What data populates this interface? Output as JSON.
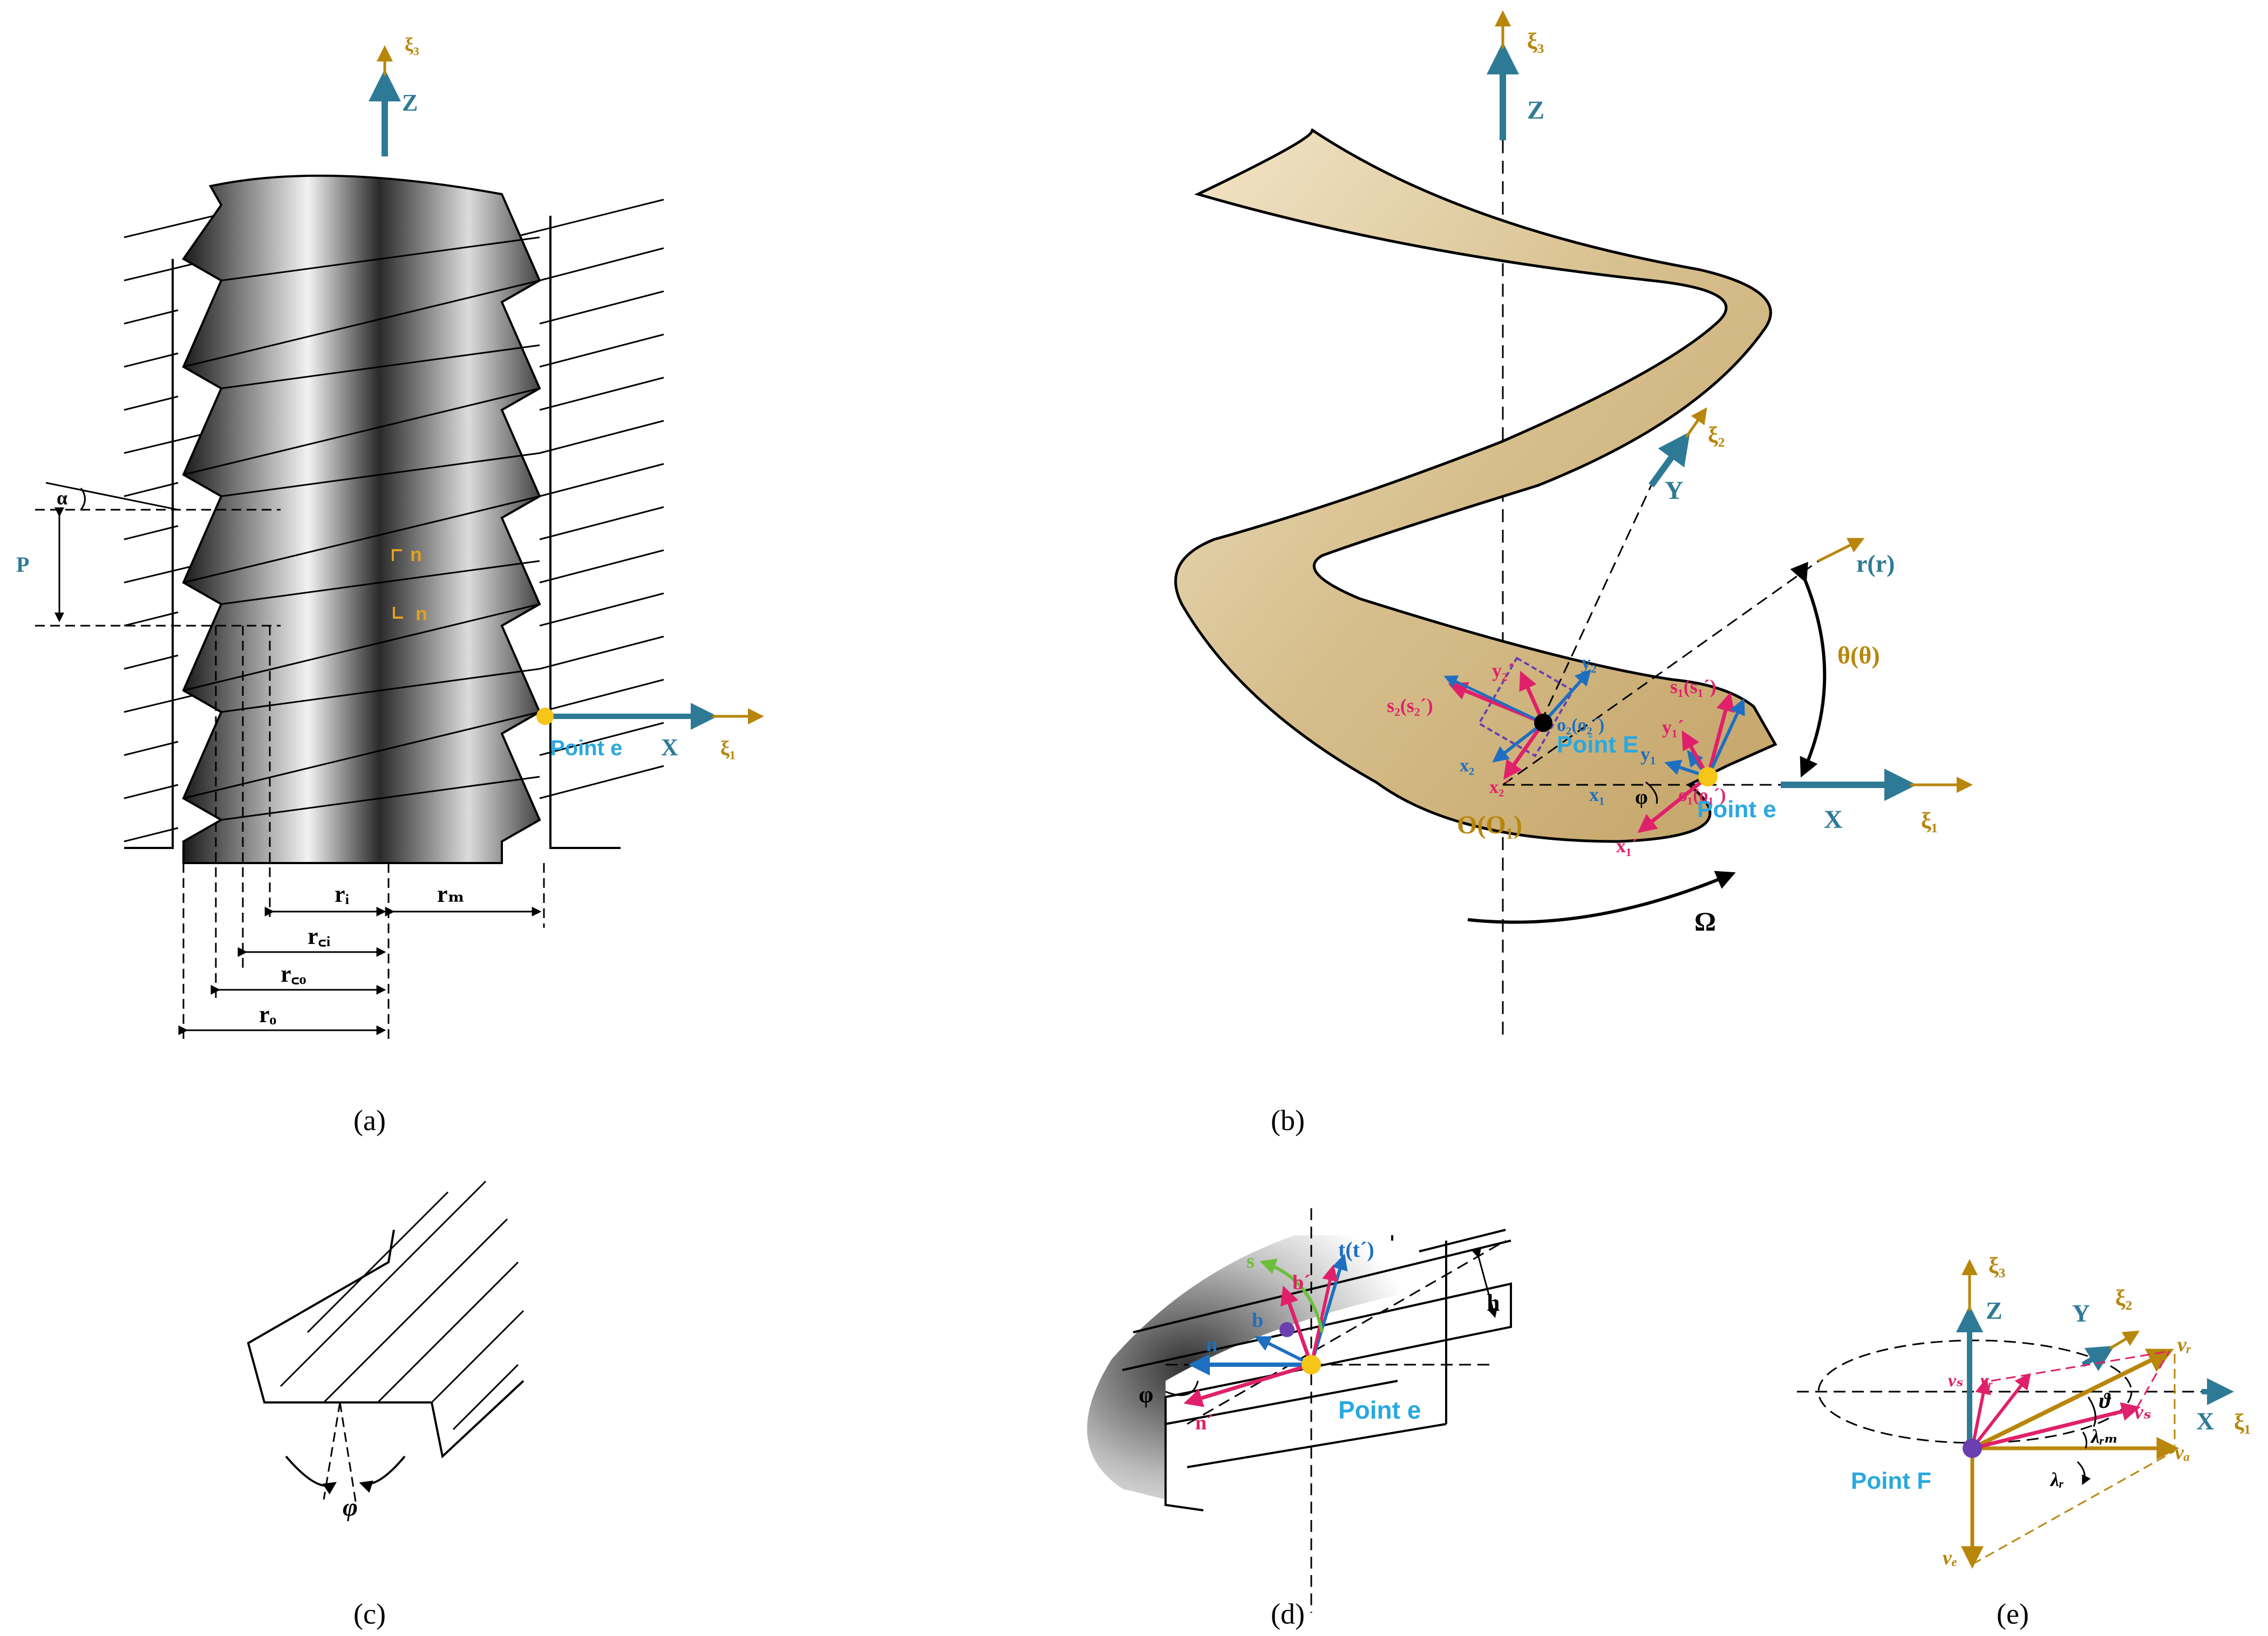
{
  "colors": {
    "teal": "#2E7A96",
    "gold": "#B8860B",
    "magenta": "#E0206A",
    "blue": "#1E6FC0",
    "cyan": "#29A8E0",
    "tan": "#D9C49A",
    "purple": "#6A3FB0",
    "yellow": "#F5C518",
    "green": "#6CBF3A"
  },
  "panels": {
    "a": {
      "caption": "(a)",
      "axis_z": "Z",
      "axis_xi3": "ξ₃",
      "axis_x": "X",
      "axis_xi1": "ξ₁",
      "point": "Point e",
      "alpha": "α",
      "pitch": "P",
      "n_top": "n",
      "n_bottom": "n",
      "r_i": "rᵢ",
      "r_m": "rₘ",
      "r_ci": "r꜀ᵢ",
      "r_co": "r꜀ₒ",
      "r_o": "rₒ"
    },
    "b": {
      "caption": "(b)",
      "axis_z": "Z",
      "axis_xi3": "ξ₃",
      "axis_y": "Y",
      "axis_xi2": "ξ₂",
      "axis_x": "X",
      "axis_xi1": "ξ₁",
      "r_axis": "r(r)",
      "theta": "θ(θ)",
      "omega": "Ω",
      "origin": "O(O₁)",
      "point_e": "Point e",
      "point_E": "Point E",
      "o1": "o₁(o₁´)",
      "o2": "o₂(o₂´)",
      "s1": "s₁(s₁´)",
      "s2": "s₂(s₂´)",
      "x1": "x₁",
      "x1p": "x₁´",
      "y1": "y₁",
      "y1p": "y₁´",
      "x2": "x₂",
      "x2p": "x₂´",
      "y2": "y₂",
      "y2p": "y₂´",
      "phi": "φ"
    },
    "c": {
      "caption": "(c)",
      "phi": "φ"
    },
    "d": {
      "caption": "(d)",
      "t": "t(t´)",
      "s": "s",
      "b": "b",
      "bp": "b´",
      "n": "n",
      "np": "n´",
      "h": "h",
      "phi": "φ",
      "point": "Point e"
    },
    "e": {
      "caption": "(e)",
      "axis_xi3": "ξ₃",
      "axis_z": "Z",
      "axis_y": "Y",
      "axis_xi2": "ξ₂",
      "axis_x": "X",
      "axis_xi1": "ξ₁",
      "vr": "vᵣ",
      "vs": "vₛ",
      "va": "vₐ",
      "ve": "vₑ",
      "vs_left": "vₛ",
      "vr_left": "vᵣ",
      "delta": "ϑ",
      "lambda_rm": "λᵣₘ",
      "lambda_r": "λᵣ",
      "point": "Point F"
    }
  }
}
